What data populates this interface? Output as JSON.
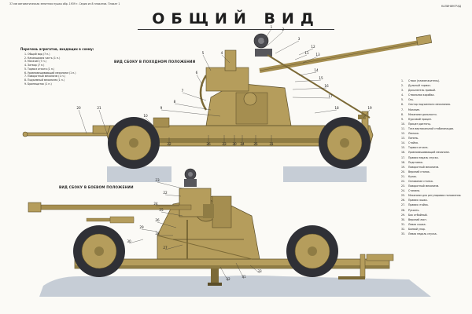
{
  "header": {
    "left_caption": "37-мм автоматическая зенитная пушка обр. 1939 г. Серия из 8 плакатов. Плакат 1",
    "right_caption": "КАЛИНИНГРАД"
  },
  "title": "ОБЩИЙ ВИД",
  "elements_block": {
    "title": "Перечень агрегатов, входящих в схему:",
    "items": [
      "1. Общий вид (7 п.)",
      "2. Качающаяся часть (1 п.)",
      "3. Магазин (7 п.)",
      "4. Затвор (7 п.)",
      "5. Тормоз отката (1 п.)",
      "6. Уравновешивающий механизм (1 п.)",
      "7. Поворотный механизм (1 п.)",
      "8. Подъемный механизм (1 п.)",
      "9. Бронещиток (1 п.)"
    ]
  },
  "views": {
    "travel": "ВИД СБОКУ В ПОХОДНОМ ПОЛОЖЕНИИ",
    "combat": "ВИД СБОКУ В БОЕВОМ ПОЛОЖЕНИИ"
  },
  "legend": [
    "Ствол (пламегаситель).",
    "Дульный тормоз.",
    "Досылатель правый.",
    "Ствольная коробка.",
    "Ось.",
    "Сектор подъемного механизма.",
    "Магазин.",
    "Механизм дальности.",
    "Курсовой прицел.",
    "Прицел дистанц.",
    "Тяга вертикальной стабилизации.",
    "Люлька.",
    "Панель.",
    "Стойка.",
    "Тормоз отката.",
    "Уравновешивающий механизм.",
    "Правая педаль спуска.",
    "Подставка.",
    "Поворотный механизм.",
    "Верхний станок.",
    "Кулак.",
    "Основание станка.",
    "Поворотный механизм.",
    "Станина.",
    "Механизм для регулировки положения.",
    "Правая сошка.",
    "Правая стойка.",
    "Рукоять.",
    "Бак отбойный.",
    "Верхний лист.",
    "Левая сошка.",
    "Боевой упор.",
    "Левая педаль спуска."
  ],
  "callouts": {
    "travel": [
      "1",
      "2",
      "3",
      "4",
      "5",
      "6",
      "7",
      "8",
      "9",
      "10",
      "11",
      "12",
      "13",
      "14",
      "15",
      "16",
      "17",
      "18",
      "19",
      "20",
      "21",
      "22",
      "23",
      "24",
      "25",
      "26",
      "30",
      "31"
    ],
    "combat": [
      "22",
      "23",
      "24",
      "25",
      "26",
      "27",
      "28",
      "29",
      "30",
      "31",
      "32",
      "33"
    ]
  },
  "colors": {
    "body_khaki": "#b59d5c",
    "body_dark": "#7c6a37",
    "tire": "#2f3036",
    "ground_blue": "#c6cdd6",
    "paper": "#fbfaf6"
  }
}
